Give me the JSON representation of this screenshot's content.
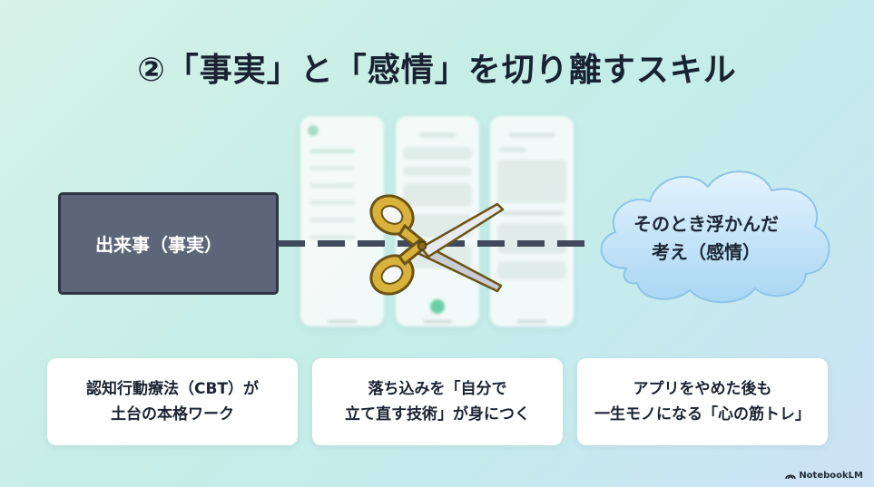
{
  "slide": {
    "title": "②「事実」と「感情」を切り離すスキル",
    "fact_label": "出来事（事実）",
    "emotion_lines": [
      "そのとき浮かんだ",
      "考え（感情）"
    ],
    "cards": [
      {
        "lines": [
          "認知行動療法（CBT）が",
          "土台の本格ワーク"
        ]
      },
      {
        "lines": [
          "落ち込みを「自分で",
          "立て直す技術」が身につく"
        ]
      },
      {
        "lines": [
          "アプリをやめた後も",
          "一生モノになる「心の筋トレ」"
        ]
      }
    ],
    "brand": "NotebookLM"
  },
  "colors": {
    "fact_box": "#5d6678",
    "dash_line": "#404a5c",
    "cloud_fill": "#bfe2f8",
    "scissors_gold": "#d9b23c"
  },
  "icons": {
    "scissors": "scissors-icon",
    "cloud": "thought-cloud",
    "brand": "notebooklm-logo-icon"
  }
}
